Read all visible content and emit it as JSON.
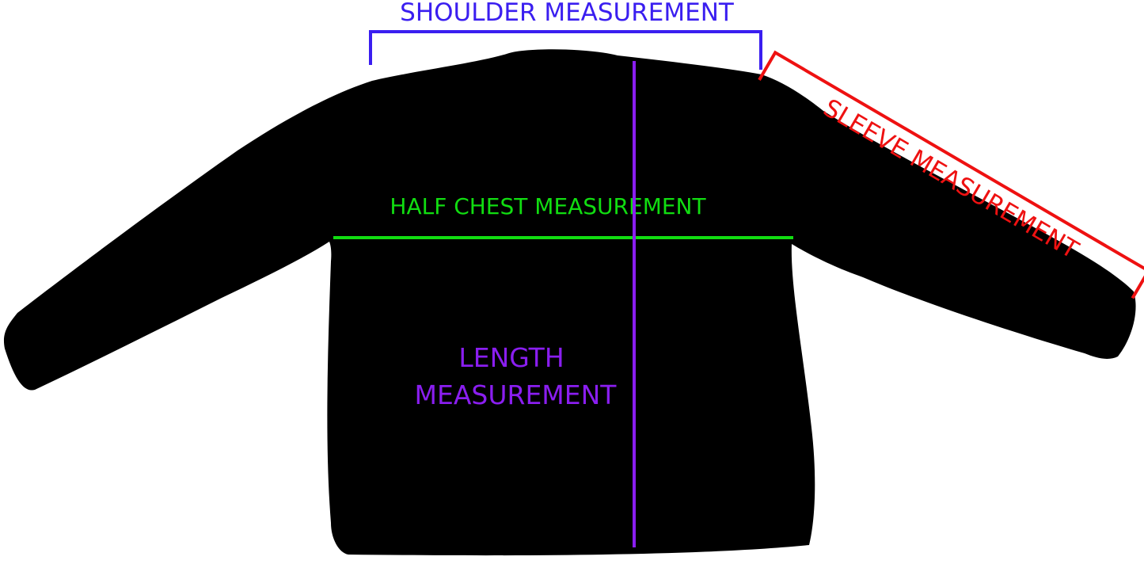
{
  "labels": {
    "shoulder": "SHOULDER MEASUREMENT",
    "sleeve": "SLEEVE MEASUREMENT",
    "half_chest": "HALF CHEST MEASUREMENT",
    "length_line1": "LENGTH",
    "length_line2": "MEASUREMENT"
  },
  "colors": {
    "garment": "#000000",
    "shoulder": "#3a1ef0",
    "sleeve": "#ee1111",
    "half_chest": "#11dd11",
    "length": "#8a1ef0",
    "background": "#ffffff"
  }
}
